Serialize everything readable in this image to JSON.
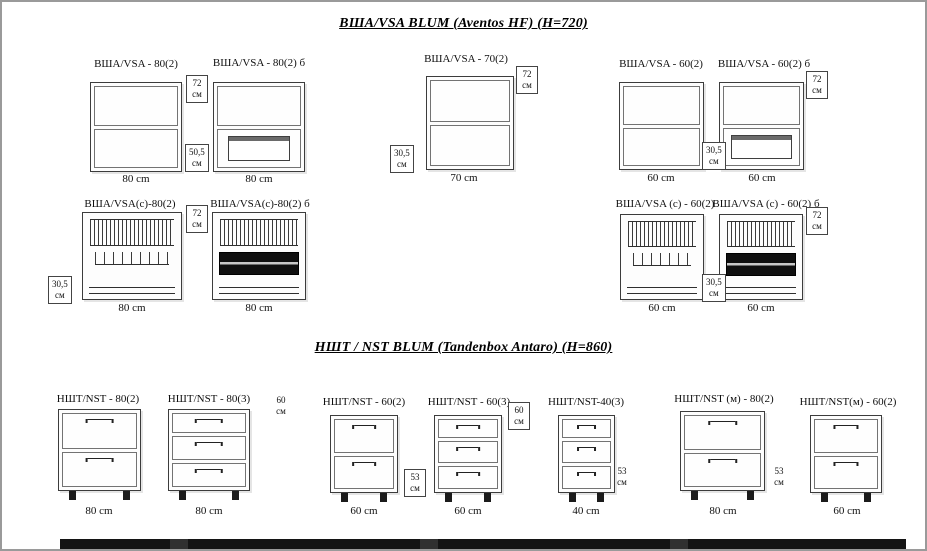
{
  "sections": {
    "wall": {
      "title": "ВША/VSA BLUM (Aventos HF)  (H=720)"
    },
    "base": {
      "title": "НШТ / NST BLUM (Tandenbox Antaro)  (H=860)"
    }
  },
  "wall_row1": [
    {
      "label": "ВША/VSA - 80(2)",
      "width": "80 cm"
    },
    {
      "label": "ВША/VSA - 80(2) б",
      "width": "80 cm"
    },
    {
      "label": "ВША/VSA - 70(2)",
      "width": "70 cm"
    },
    {
      "label": "ВША/VSA - 60(2)",
      "width": "60 cm"
    },
    {
      "label": "ВША/VSA - 60(2) б",
      "width": "60 cm"
    }
  ],
  "wall_row2": [
    {
      "label": "ВША/VSA(с)-80(2)",
      "width": "80 cm"
    },
    {
      "label": "ВША/VSA(с)-80(2) б",
      "width": "80 cm"
    },
    {
      "label": "ВША/VSA (с) - 60(2)",
      "width": "60 cm"
    },
    {
      "label": "ВША/VSA (с) - 60(2) б",
      "width": "60 cm"
    }
  ],
  "base_row": [
    {
      "label": "НШТ/NST - 80(2)",
      "width": "80 cm"
    },
    {
      "label": "НШТ/NST - 80(3)",
      "width": "80 cm"
    },
    {
      "label": "НШТ/NST - 60(2)",
      "width": "60 cm"
    },
    {
      "label": "НШТ/NST - 60(3)",
      "width": "60 cm"
    },
    {
      "label": "НШТ/NST-40(3)",
      "width": "40 cm"
    },
    {
      "label": "НШТ/NST (м) - 80(2)",
      "width": "80 cm"
    },
    {
      "label": "НШТ/NST(м) - 60(2)",
      "width": "60 cm"
    }
  ],
  "dims": {
    "h72": {
      "v": "72",
      "u": "см"
    },
    "h305": {
      "v": "30,5",
      "u": "см"
    },
    "h505": {
      "v": "50,5",
      "u": "см"
    },
    "h60": {
      "v": "60",
      "u": "см"
    },
    "h53": {
      "v": "53",
      "u": "см"
    }
  }
}
